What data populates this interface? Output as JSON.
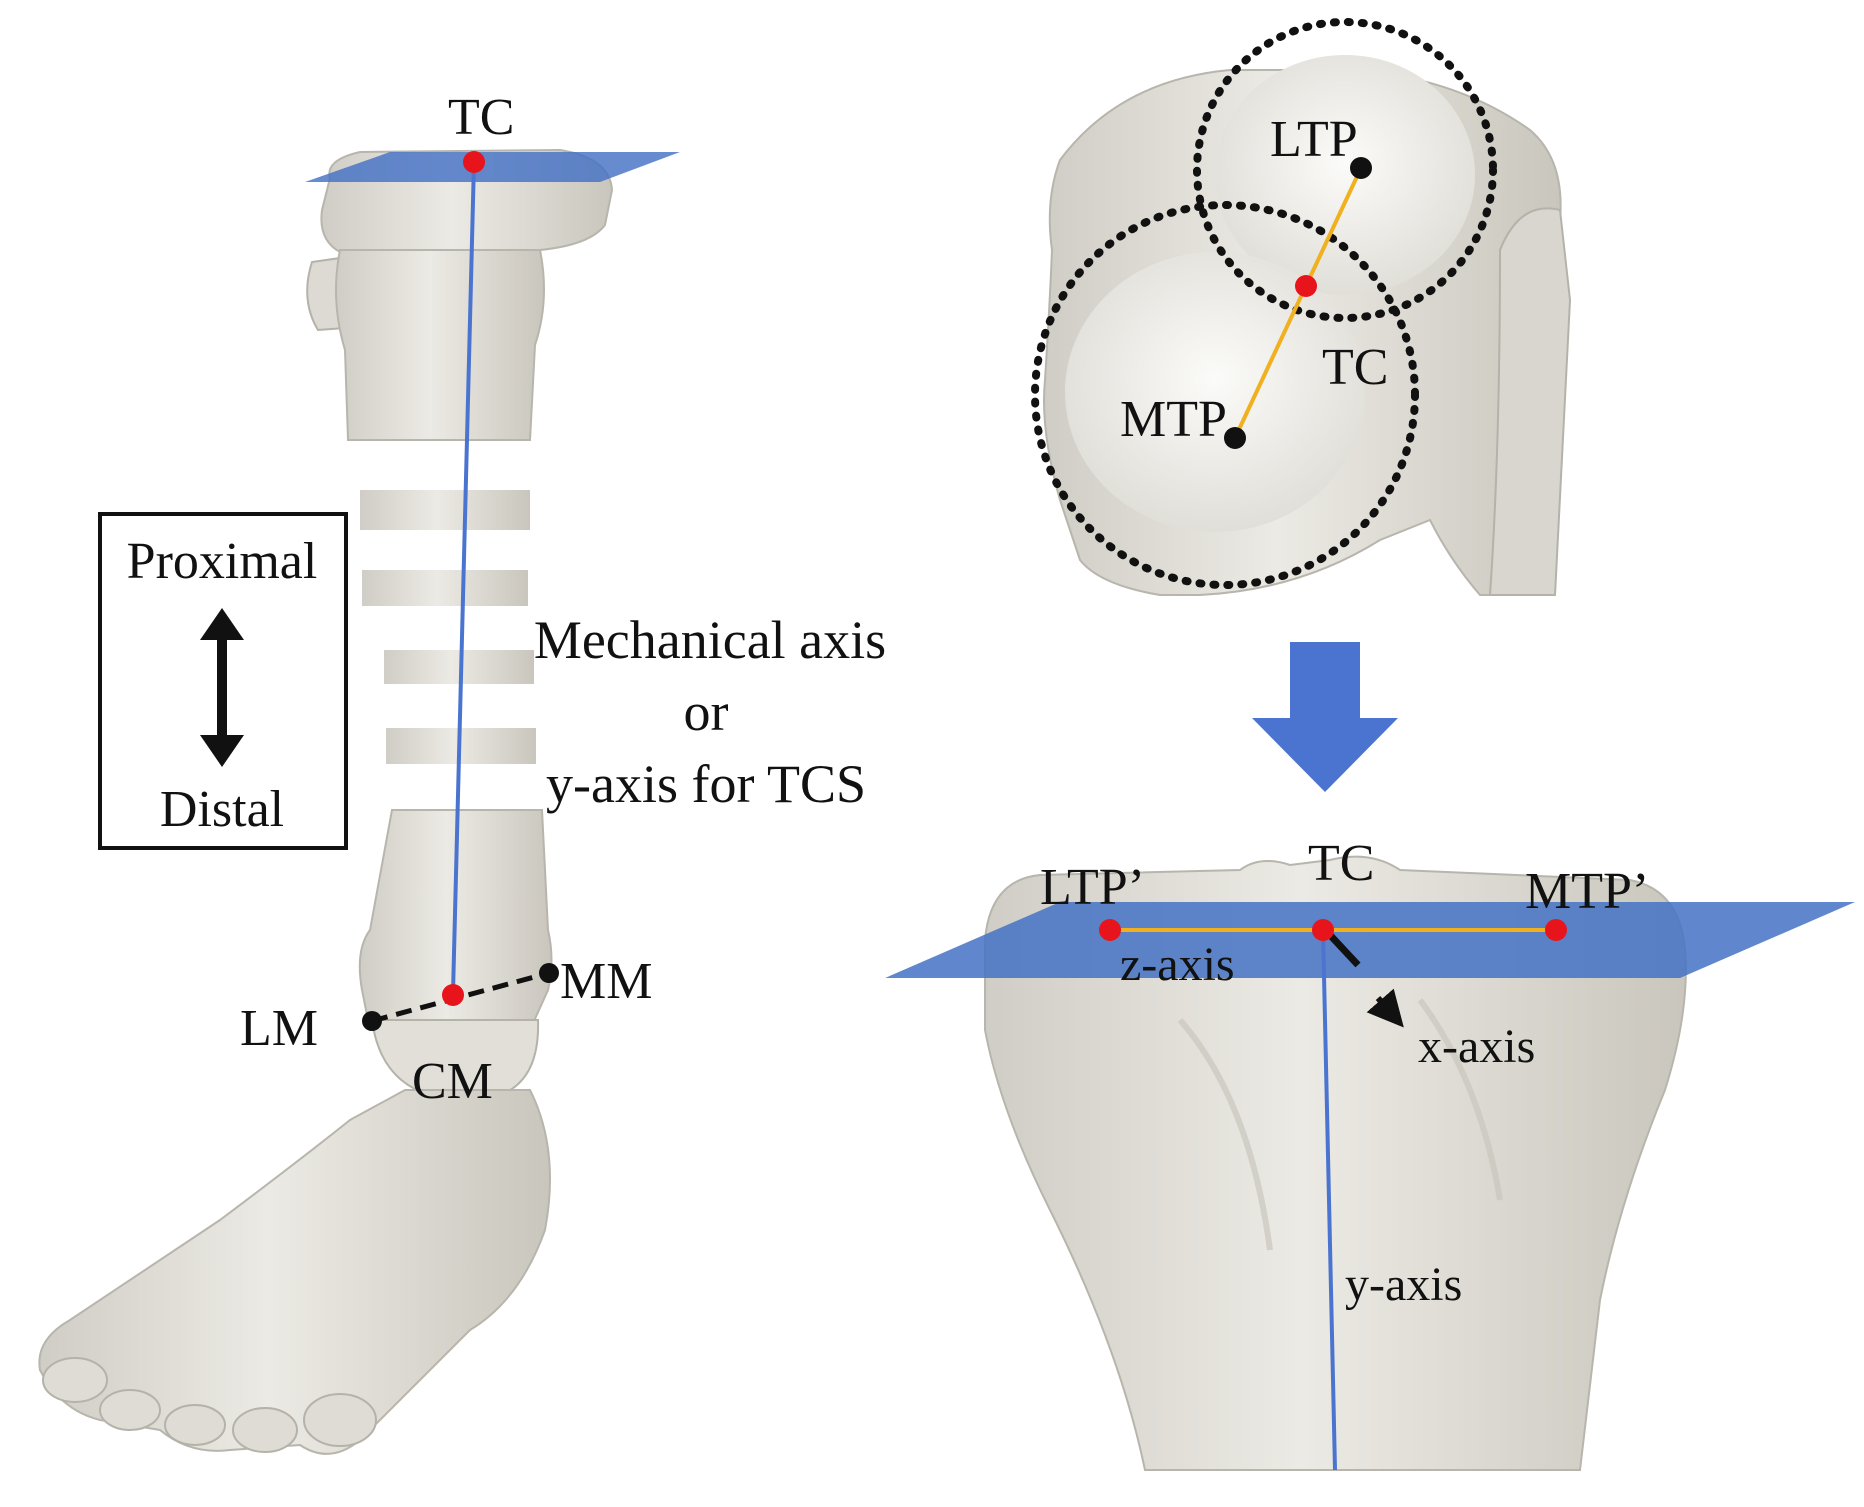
{
  "left_panel": {
    "top_point_label": "TC",
    "axis_annotation": {
      "line1": "Mechanical axis",
      "line2": "or",
      "line3": "y-axis for TCS"
    },
    "direction_legend": {
      "top": "Proximal",
      "bottom": "Distal"
    },
    "ankle_labels": {
      "lateral": "LM",
      "medial": "MM",
      "center": "CM"
    }
  },
  "right_top_panel": {
    "lateral_label": "LTP",
    "medial_label": "MTP",
    "center_label": "TC"
  },
  "right_bottom_panel": {
    "lateral_label": "LTP’",
    "center_label": "TC",
    "medial_label": "MTP’",
    "z_axis_label": "z-axis",
    "x_axis_label": "x-axis",
    "y_axis_label": "y-axis"
  },
  "colors": {
    "plane": "#4472c4",
    "axis_line": "#4a74d0",
    "connector": "#f0b020",
    "marker_red": "#e8141c",
    "marker_black": "#111111",
    "bone": "#e3e1da",
    "bone_shadow": "#bdbab1"
  }
}
